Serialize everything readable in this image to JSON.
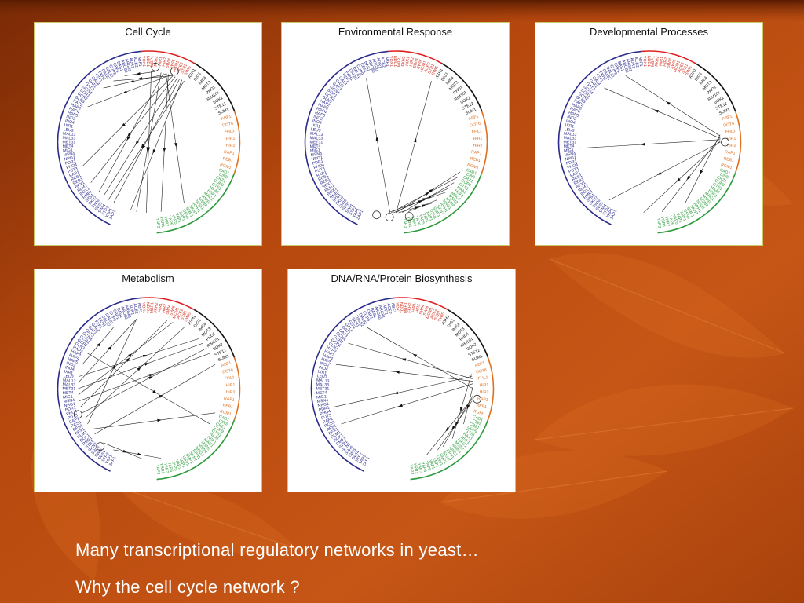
{
  "panels": [
    {
      "title": "Cell Cycle"
    },
    {
      "title": "Environmental Response"
    },
    {
      "title": "Developmental Processes"
    },
    {
      "title": "Metabolism"
    },
    {
      "title": "DNA/RNA/Protein Biosynthesis"
    }
  ],
  "caption": {
    "line1": "Many transcriptional regulatory networks in yeast…",
    "line2": "Why the cell cycle network ?"
  },
  "colors": {
    "background": "#b84a0c",
    "arc_blue": "#2b2b8c",
    "arc_red": "#e02020",
    "arc_black": "#111111",
    "arc_orange": "#e07020",
    "arc_green": "#2a9a3a",
    "label_blue": "#2b2b8c",
    "label_red": "#d03020",
    "label_black": "#111111",
    "label_orange": "#e07020",
    "label_green": "#2a9a3a"
  },
  "gene_groups": [
    {
      "color": "blue",
      "genes": [
        "ZAP1",
        "YAP1",
        "STP2",
        "SWI4",
        "SWI5",
        "SWI6",
        "SKN7",
        "STB1",
        "RME1",
        "ROX1",
        "RLM1",
        "RFX1",
        "REB1",
        "RCS1",
        "RAP1",
        "PUT3",
        "PHO4",
        "PDR1",
        "NRG1",
        "MSN4",
        "MIG1",
        "MET4",
        "MET31",
        "MAL33",
        "MAL13",
        "LEU3",
        "IXR1",
        "INO4",
        "INO2",
        "HAP5",
        "HAP4",
        "HAP3",
        "HAP2",
        "GLN3",
        "GCR2",
        "GCR1",
        "GCN4",
        "GAT3",
        "GAT1",
        "GAL4",
        "FZF1",
        "FKH1",
        "DAL82",
        "DAL81",
        "CUP9",
        "CBF1",
        "BAS1",
        "ARO80",
        "ARG81",
        "ADR1",
        "ACE2",
        "ABF1"
      ]
    },
    {
      "color": "red",
      "genes": [
        "YOX1",
        "NDD1",
        "MBP1",
        "FKH2",
        "HIR1",
        "HIR2",
        "SWI4",
        "SWI6",
        "MCM1",
        "ACE2",
        "STB1",
        "SWI5"
      ]
    },
    {
      "color": "black",
      "genes": [
        "ASH1",
        "DIG1",
        "IME4",
        "MOT3",
        "PHD1",
        "RIM101",
        "SOK2",
        "STE12",
        "SUM1"
      ]
    },
    {
      "color": "orange",
      "genes": [
        "ABF1",
        "DOT6",
        "FHL1",
        "HIR1",
        "HIR2",
        "RAP1",
        "REB1",
        "RGM1"
      ]
    },
    {
      "color": "green",
      "genes": [
        "CAD1",
        "CIN5",
        "CRZ1",
        "CUP9",
        "GTS1",
        "HAA1",
        "HSF1",
        "MAC1",
        "MSN2",
        "MSN4",
        "NRG1",
        "RPH1",
        "SKN7",
        "SMP1",
        "USV1",
        "XBP1",
        "YAP1",
        "YAP5",
        "YAP6",
        "YAP7",
        "YRR1",
        "YAP3"
      ]
    }
  ]
}
